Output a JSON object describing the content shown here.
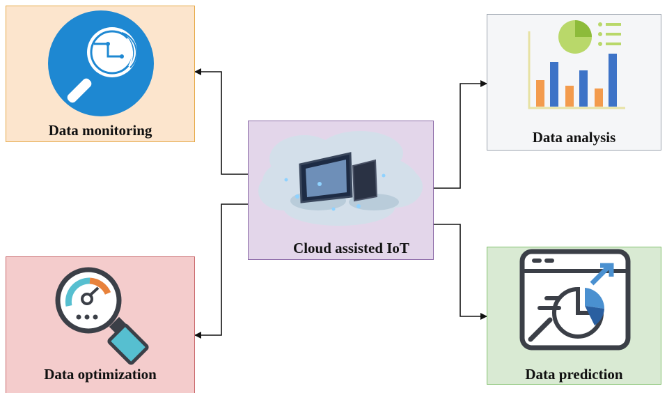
{
  "diagram": {
    "center": {
      "label": "Cloud assisted IoT"
    },
    "nodes": {
      "monitoring": {
        "label": "Data monitoring"
      },
      "optimization": {
        "label": "Data optimization"
      },
      "analysis": {
        "label": "Data analysis"
      },
      "prediction": {
        "label": "Data prediction"
      }
    },
    "colors": {
      "monitoring_fill": "#fce5cd",
      "monitoring_border": "#e6a845",
      "optimization_fill": "#f4cccc",
      "optimization_border": "#c9676a",
      "analysis_fill": "#f5f6f8",
      "analysis_border": "#9aa2ad",
      "prediction_fill": "#d9ead3",
      "prediction_border": "#7fbf6a",
      "center_fill": "#e3d6ea",
      "center_border": "#8c6aa8",
      "connector": "#111111"
    },
    "icons": [
      "magnifier-globe-icon",
      "cloud-computers-icon",
      "bar-pie-chart-icon",
      "speed-gauge-magnifier-icon",
      "prediction-chart-window-icon"
    ]
  }
}
